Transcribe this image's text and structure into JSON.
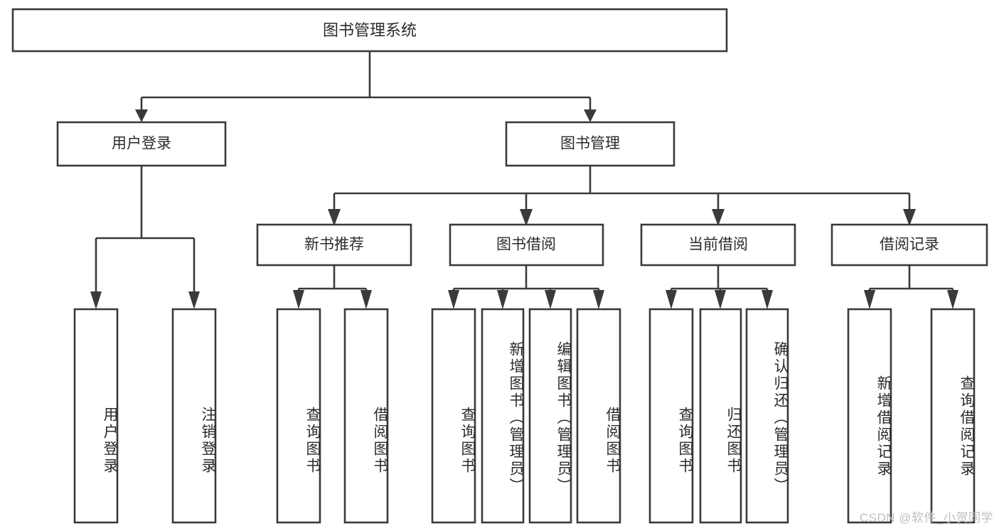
{
  "diagram": {
    "title_label": "图书管理系统",
    "watermark": "CSDN @软件_小贺同学",
    "colors": {
      "background": "#ffffff",
      "box_fill": "#ffffff",
      "line": "#3a3a3a",
      "text": "#2b2b2b",
      "watermark": "#bfbfbf"
    },
    "level1": [
      {
        "label": "用户登录"
      },
      {
        "label": "图书管理"
      }
    ],
    "level2": [
      {
        "label": "新书推荐"
      },
      {
        "label": "图书借阅"
      },
      {
        "label": "当前借阅"
      },
      {
        "label": "借阅记录"
      }
    ],
    "leaves": {
      "user_login": [
        {
          "label": "用户登录"
        },
        {
          "label": "注销登录"
        }
      ],
      "new_book": [
        {
          "label": "查询图书"
        },
        {
          "label": "借阅图书"
        }
      ],
      "book_borrow": [
        {
          "label": "查询图书"
        },
        {
          "label": "新增图书（管理员）"
        },
        {
          "label": "编辑图书（管理员）"
        },
        {
          "label": "借阅图书"
        }
      ],
      "current_borrow": [
        {
          "label": "查询图书"
        },
        {
          "label": "归还图书"
        },
        {
          "label": "确认归还（管理员）"
        }
      ],
      "borrow_record": [
        {
          "label": "新增借阅记录"
        },
        {
          "label": "查询借阅记录"
        }
      ]
    }
  }
}
